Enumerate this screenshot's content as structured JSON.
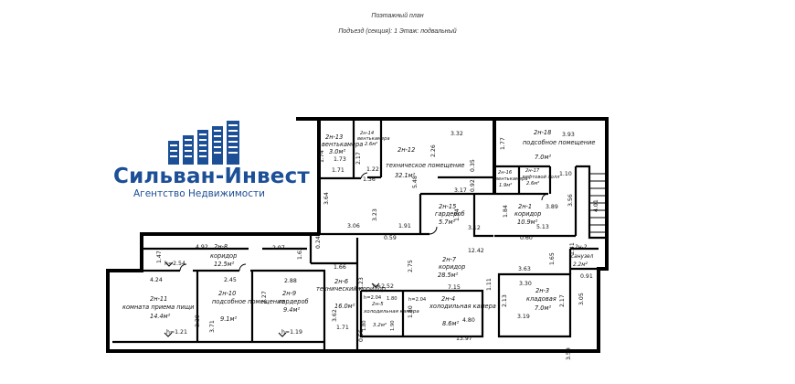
{
  "header": {
    "title": "Поэтажный план",
    "subtitle": "Подъезд (секция): 1    Этаж: подвальный"
  },
  "logo": {
    "name": "Сильван-Инвест",
    "tagline": "Агентство Недвижимости",
    "color": "#1c4f96"
  },
  "rooms": [
    {
      "id": "2н-13",
      "name": "вентькамера",
      "area": "3.0м²",
      "dims": [
        "1.73",
        "1.74",
        "1.71"
      ]
    },
    {
      "id": "2н-14",
      "name": "вентькамера",
      "area": "2.6м²",
      "dims": [
        "2.17",
        "1.22",
        "1.36"
      ]
    },
    {
      "id": "2н-12",
      "name": "техническое помещение",
      "area": "32.1м²",
      "dims": [
        "3.32",
        "2.26",
        "5.48",
        "3.64",
        "3.06",
        "3.23",
        "1.91"
      ]
    },
    {
      "id": "2н-15",
      "name": "гардероб",
      "area": "5.7м²",
      "dims": [
        "3.17",
        "0.92",
        "1.84",
        "3.12",
        "0.35"
      ]
    },
    {
      "id": "2н-16",
      "name": "вентькамера",
      "area": "1.9м²",
      "dims": []
    },
    {
      "id": "2н-17",
      "name": "лифтовой холл",
      "area": "2.6м²",
      "dims": [
        "1.10"
      ]
    },
    {
      "id": "2н-18",
      "name": "подсобное помещение",
      "area": "7.0м²",
      "dims": [
        "3.93",
        "1.77"
      ]
    },
    {
      "id": "2н-1",
      "name": "коридор",
      "area": "10.9м²",
      "dims": [
        "3.89",
        "1.84",
        "5.13",
        "3.56",
        "4.01"
      ]
    },
    {
      "id": "2н-8",
      "name": "коридор",
      "area": "12.5м²",
      "dims": [
        "4.92",
        "1.47",
        "2.97",
        "1.62",
        "0.24"
      ]
    },
    {
      "id": "2н-11",
      "name": "комната приема пищи",
      "area": "14.4м²",
      "dims": [
        "4.24",
        "3.39"
      ]
    },
    {
      "id": "2н-10",
      "name": "подсобное помещение",
      "area": "9.1м²",
      "dims": [
        "2.45",
        "3.71"
      ]
    },
    {
      "id": "2н-9",
      "name": "гардероб",
      "area": "9.4м²",
      "dims": [
        "2.88",
        "3.27"
      ]
    },
    {
      "id": "2н-6",
      "name": "технический коридор",
      "area": "16.0м²",
      "dims": [
        "1.66",
        "3.62",
        "1.71",
        "0.56",
        "1.23"
      ]
    },
    {
      "id": "2н-7",
      "name": "коридор",
      "area": "28.5м²",
      "dims": [
        "12.42",
        "2.75",
        "7.15",
        "0.59",
        "1.11"
      ]
    },
    {
      "id": "2н-5",
      "name": "холодильная камера",
      "area": "3.2м²",
      "dims": [
        "1.80",
        "1.80",
        "1.90"
      ]
    },
    {
      "id": "2н-4",
      "name": "холодильная камера",
      "area": "8.6м²",
      "dims": [
        "1.80",
        "4.80"
      ]
    },
    {
      "id": "2н-3",
      "name": "кладовая",
      "area": "7.0м²",
      "dims": [
        "3.63",
        "3.30",
        "2.13",
        "3.19",
        "2.17",
        "1.65"
      ]
    },
    {
      "id": "2н-2",
      "name": "санузел",
      "area": "2.2м²",
      "dims": [
        "0.91",
        "3.05",
        "1.41"
      ]
    }
  ],
  "labels": {
    "h254": "h=2.54",
    "h121": "h=1.21",
    "h119": "h=1.19",
    "h252": "h=2.52",
    "h204a": "h=2.04",
    "h204b": "h=2.04",
    "d060": "0.60",
    "d1397": "13.97",
    "d359": "3.59"
  }
}
